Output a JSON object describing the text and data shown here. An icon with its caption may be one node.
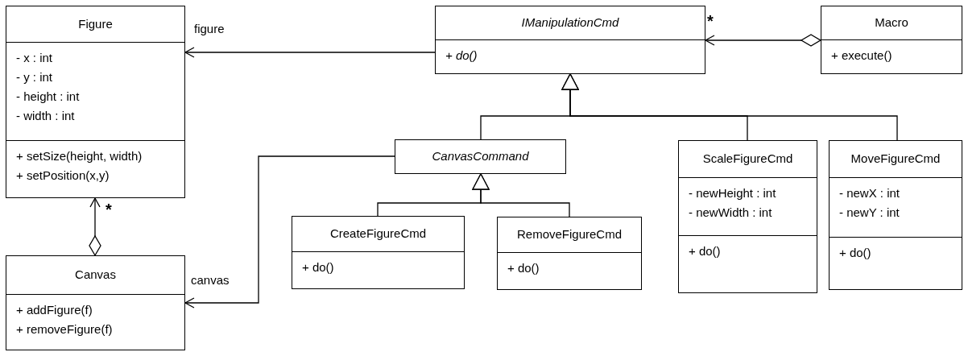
{
  "diagram": {
    "nodes": [
      {
        "text": [
          "Figure"
        ]
      },
      {
        "text": [
          "- x : int",
          "- y : int",
          "- height : int",
          "- width : int"
        ],
        "in": 0
      },
      {
        "text": [
          "+ setSize(height, width)",
          "+ setPosition(x,y)"
        ],
        "in": 0
      },
      {
        "text": [
          "IManipulationCmd"
        ]
      },
      {
        "text": [
          "+ do()"
        ],
        "in": 3
      },
      {
        "text": [
          "Macro"
        ]
      },
      {
        "text": [
          "+ execute()"
        ],
        "in": 5
      },
      {
        "text": [
          "CanvasCommand"
        ]
      },
      {
        "text": [
          "CreateFigureCmd"
        ]
      },
      {
        "text": [
          "+ do()"
        ],
        "in": 8
      },
      {
        "text": [
          "RemoveFigureCmd"
        ]
      },
      {
        "text": [
          "+ do()"
        ],
        "in": 10
      },
      {
        "text": [
          "ScaleFigureCmd"
        ]
      },
      {
        "text": [
          "- newHeight : int",
          "- newWidth : int"
        ],
        "in": 12
      },
      {
        "text": [
          "+ do()"
        ],
        "in": 12
      },
      {
        "text": [
          "MoveFigureCmd"
        ]
      },
      {
        "text": [
          "- newX : int",
          "- newY : int"
        ],
        "in": 15
      },
      {
        "text": [
          "+ do()"
        ],
        "in": 15
      },
      {
        "text": [
          "Canvas"
        ]
      },
      {
        "text": [
          "+ addFigure(f)",
          "+ removeFigure(f)"
        ],
        "in": 18
      }
    ],
    "edges": [
      {
        "from": 3,
        "to": 0,
        "arrow": "to",
        "label": "figure"
      },
      {
        "from": 7,
        "to": 18,
        "arrow": "to",
        "label": "canvas"
      },
      {
        "from": 18,
        "to": 0,
        "arrow": "to",
        "label": "*"
      },
      {
        "from": 5,
        "to": 3,
        "arrow": "to",
        "label": "*"
      },
      {
        "from": 7,
        "to": 3,
        "arrow": "to"
      },
      {
        "from": 12,
        "to": 3,
        "arrow": "to"
      },
      {
        "from": 15,
        "to": 3,
        "arrow": "to"
      },
      {
        "from": 8,
        "to": 7,
        "arrow": "to"
      },
      {
        "from": 10,
        "to": 7,
        "arrow": "to"
      }
    ]
  }
}
